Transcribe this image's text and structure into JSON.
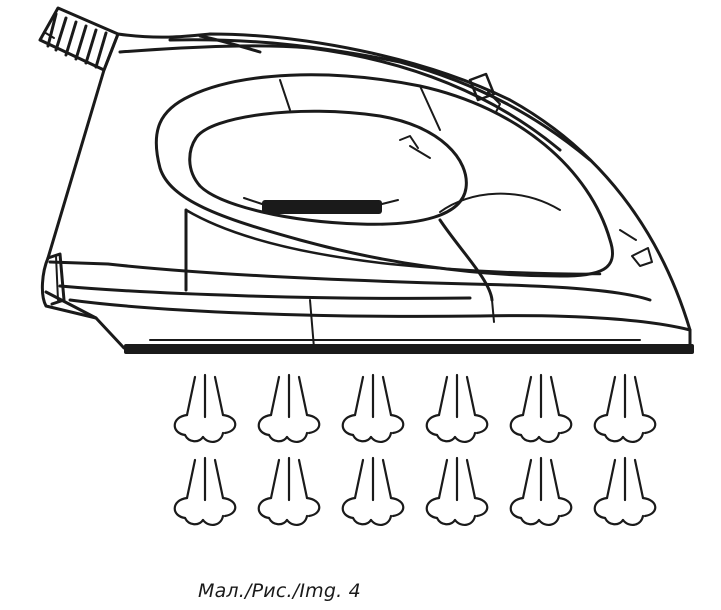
{
  "figure": {
    "caption": "Мал./Рис./Img. 4",
    "subject-icon": "steam-iron-icon",
    "detail-icon": "steam-puff-icon",
    "steam_rows": 2,
    "steam_columns": 6
  },
  "colors": {
    "ink": "#1a1a1a",
    "background": "#ffffff"
  }
}
